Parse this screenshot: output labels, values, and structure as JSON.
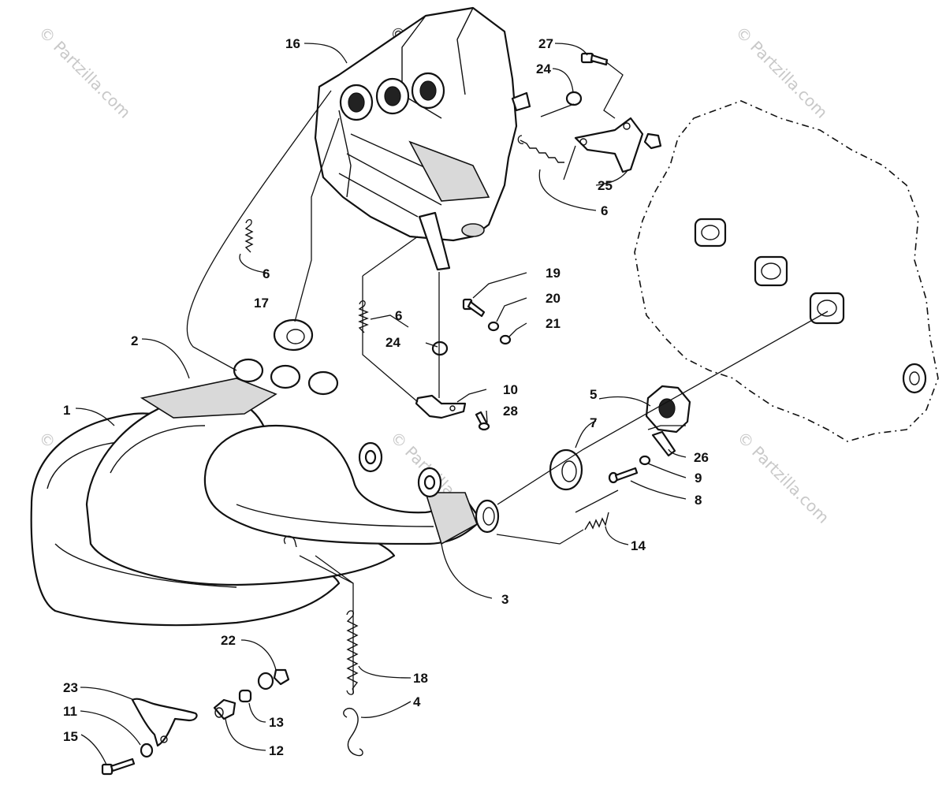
{
  "watermarks": {
    "text": "© Partzilla.com"
  },
  "callouts": {
    "c1": "1",
    "c2": "2",
    "c3": "3",
    "c4": "4",
    "c5": "5",
    "c6a": "6",
    "c6b": "6",
    "c6c": "6",
    "c7": "7",
    "c8": "8",
    "c9": "9",
    "c10": "10",
    "c11": "11",
    "c12": "12",
    "c13": "13",
    "c14": "14",
    "c15": "15",
    "c16": "16",
    "c17": "17",
    "c18": "18",
    "c19": "19",
    "c20": "20",
    "c21": "21",
    "c22": "22",
    "c23": "23",
    "c24a": "24",
    "c24b": "24",
    "c25": "25",
    "c26": "26",
    "c27": "27",
    "c28": "28"
  }
}
